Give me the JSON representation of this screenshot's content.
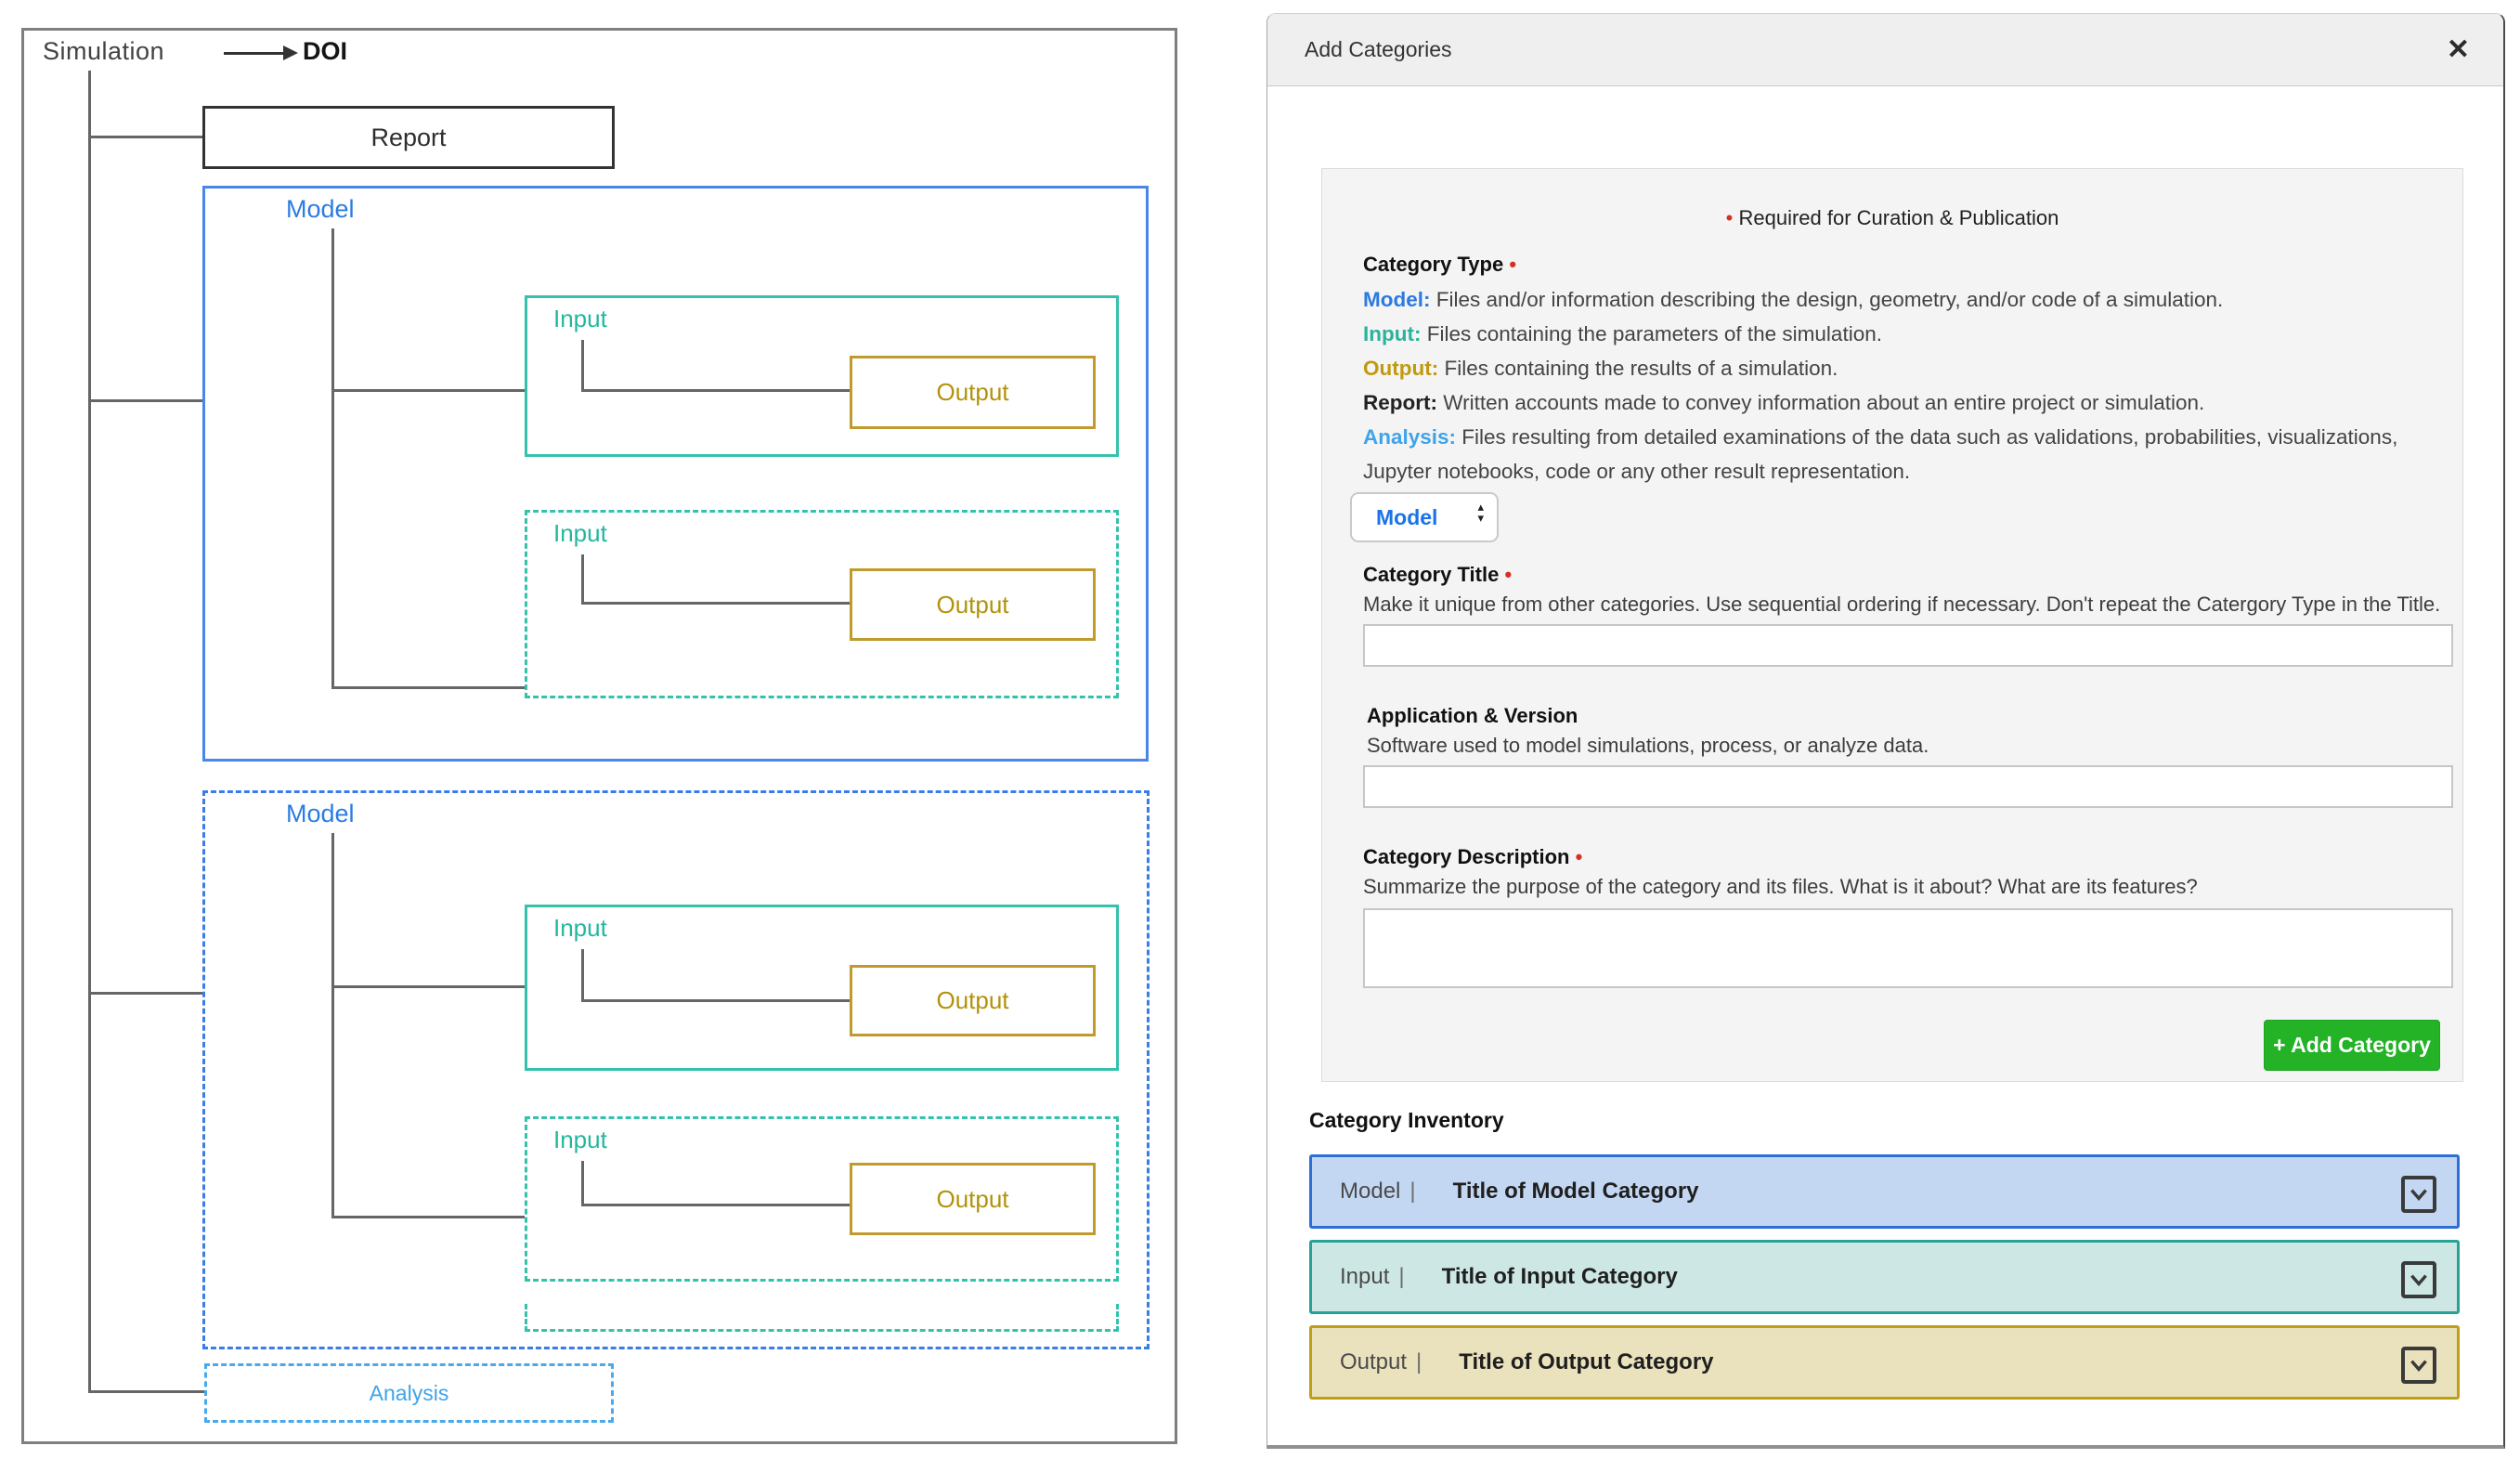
{
  "colors": {
    "model_blue": "#4a86e8",
    "model_text_blue": "#2b7ce2",
    "input_teal": "#35c2ad",
    "output_gold": "#c19a2e",
    "output_text_gold": "#b2920b",
    "analysis_blue": "#49a9ea",
    "button_green": "#24b227",
    "required_red": "#d93025",
    "row_model_bg": "#c3d7f2",
    "row_model_border": "#2e6fd6",
    "row_input_bg": "#cde8e4",
    "row_input_border": "#27a295",
    "row_output_bg": "#eae1bd",
    "row_output_border": "#bf9f16",
    "form_panel_bg": "#f4f4f4",
    "header_bg": "#efefef"
  },
  "diagram": {
    "root": "Simulation",
    "doi": "DOI",
    "report": "Report",
    "model": "Model",
    "input": "Input",
    "output": "Output",
    "analysis": "Analysis"
  },
  "header": {
    "title": "Add Categories",
    "close_icon": "✕"
  },
  "form": {
    "required_note": {
      "bullet": "•",
      "text": "Required for Curation & Publication"
    },
    "category_type": {
      "label": "Category Type",
      "required_mark": "•"
    },
    "descriptions": [
      {
        "term": "Model:",
        "text": " Files and/or information describing the design, geometry, and/or code of a simulation."
      },
      {
        "term": "Input:",
        "text": " Files containing the parameters of the simulation."
      },
      {
        "term": "Output:",
        "text": " Files containing the results of a simulation."
      },
      {
        "term": "Report:",
        "text": " Written accounts made to convey information about an entire project or simulation."
      },
      {
        "term": "Analysis:",
        "text": " Files resulting from detailed examinations of the data such as validations, probabilities, visualizations, Jupyter notebooks, code or any other result representation."
      }
    ],
    "type_select": {
      "value": "Model",
      "arrow_up": "▴",
      "arrow_down": "▾"
    },
    "category_title": {
      "label": "Category Title",
      "required_mark": "•",
      "helper": "Make it unique from other categories. Use sequential ordering if necessary. Don't repeat the Catergory Type in the Title.",
      "value": ""
    },
    "application": {
      "label": "Application & Version",
      "helper": "Software used to model simulations, process, or analyze data.",
      "value": ""
    },
    "category_description": {
      "label": "Category Description",
      "required_mark": "•",
      "helper": "Summarize the purpose of the category and its files. What is it about? What are its features?",
      "value": ""
    },
    "add_button": {
      "label": "+ Add Category"
    }
  },
  "inventory": {
    "label": "Category Inventory",
    "divider": "|",
    "rows": [
      {
        "type": "Model",
        "title": "Title of Model Category"
      },
      {
        "type": "Input",
        "title": "Title of Input Category"
      },
      {
        "type": "Output",
        "title": "Title of Output Category"
      }
    ]
  }
}
